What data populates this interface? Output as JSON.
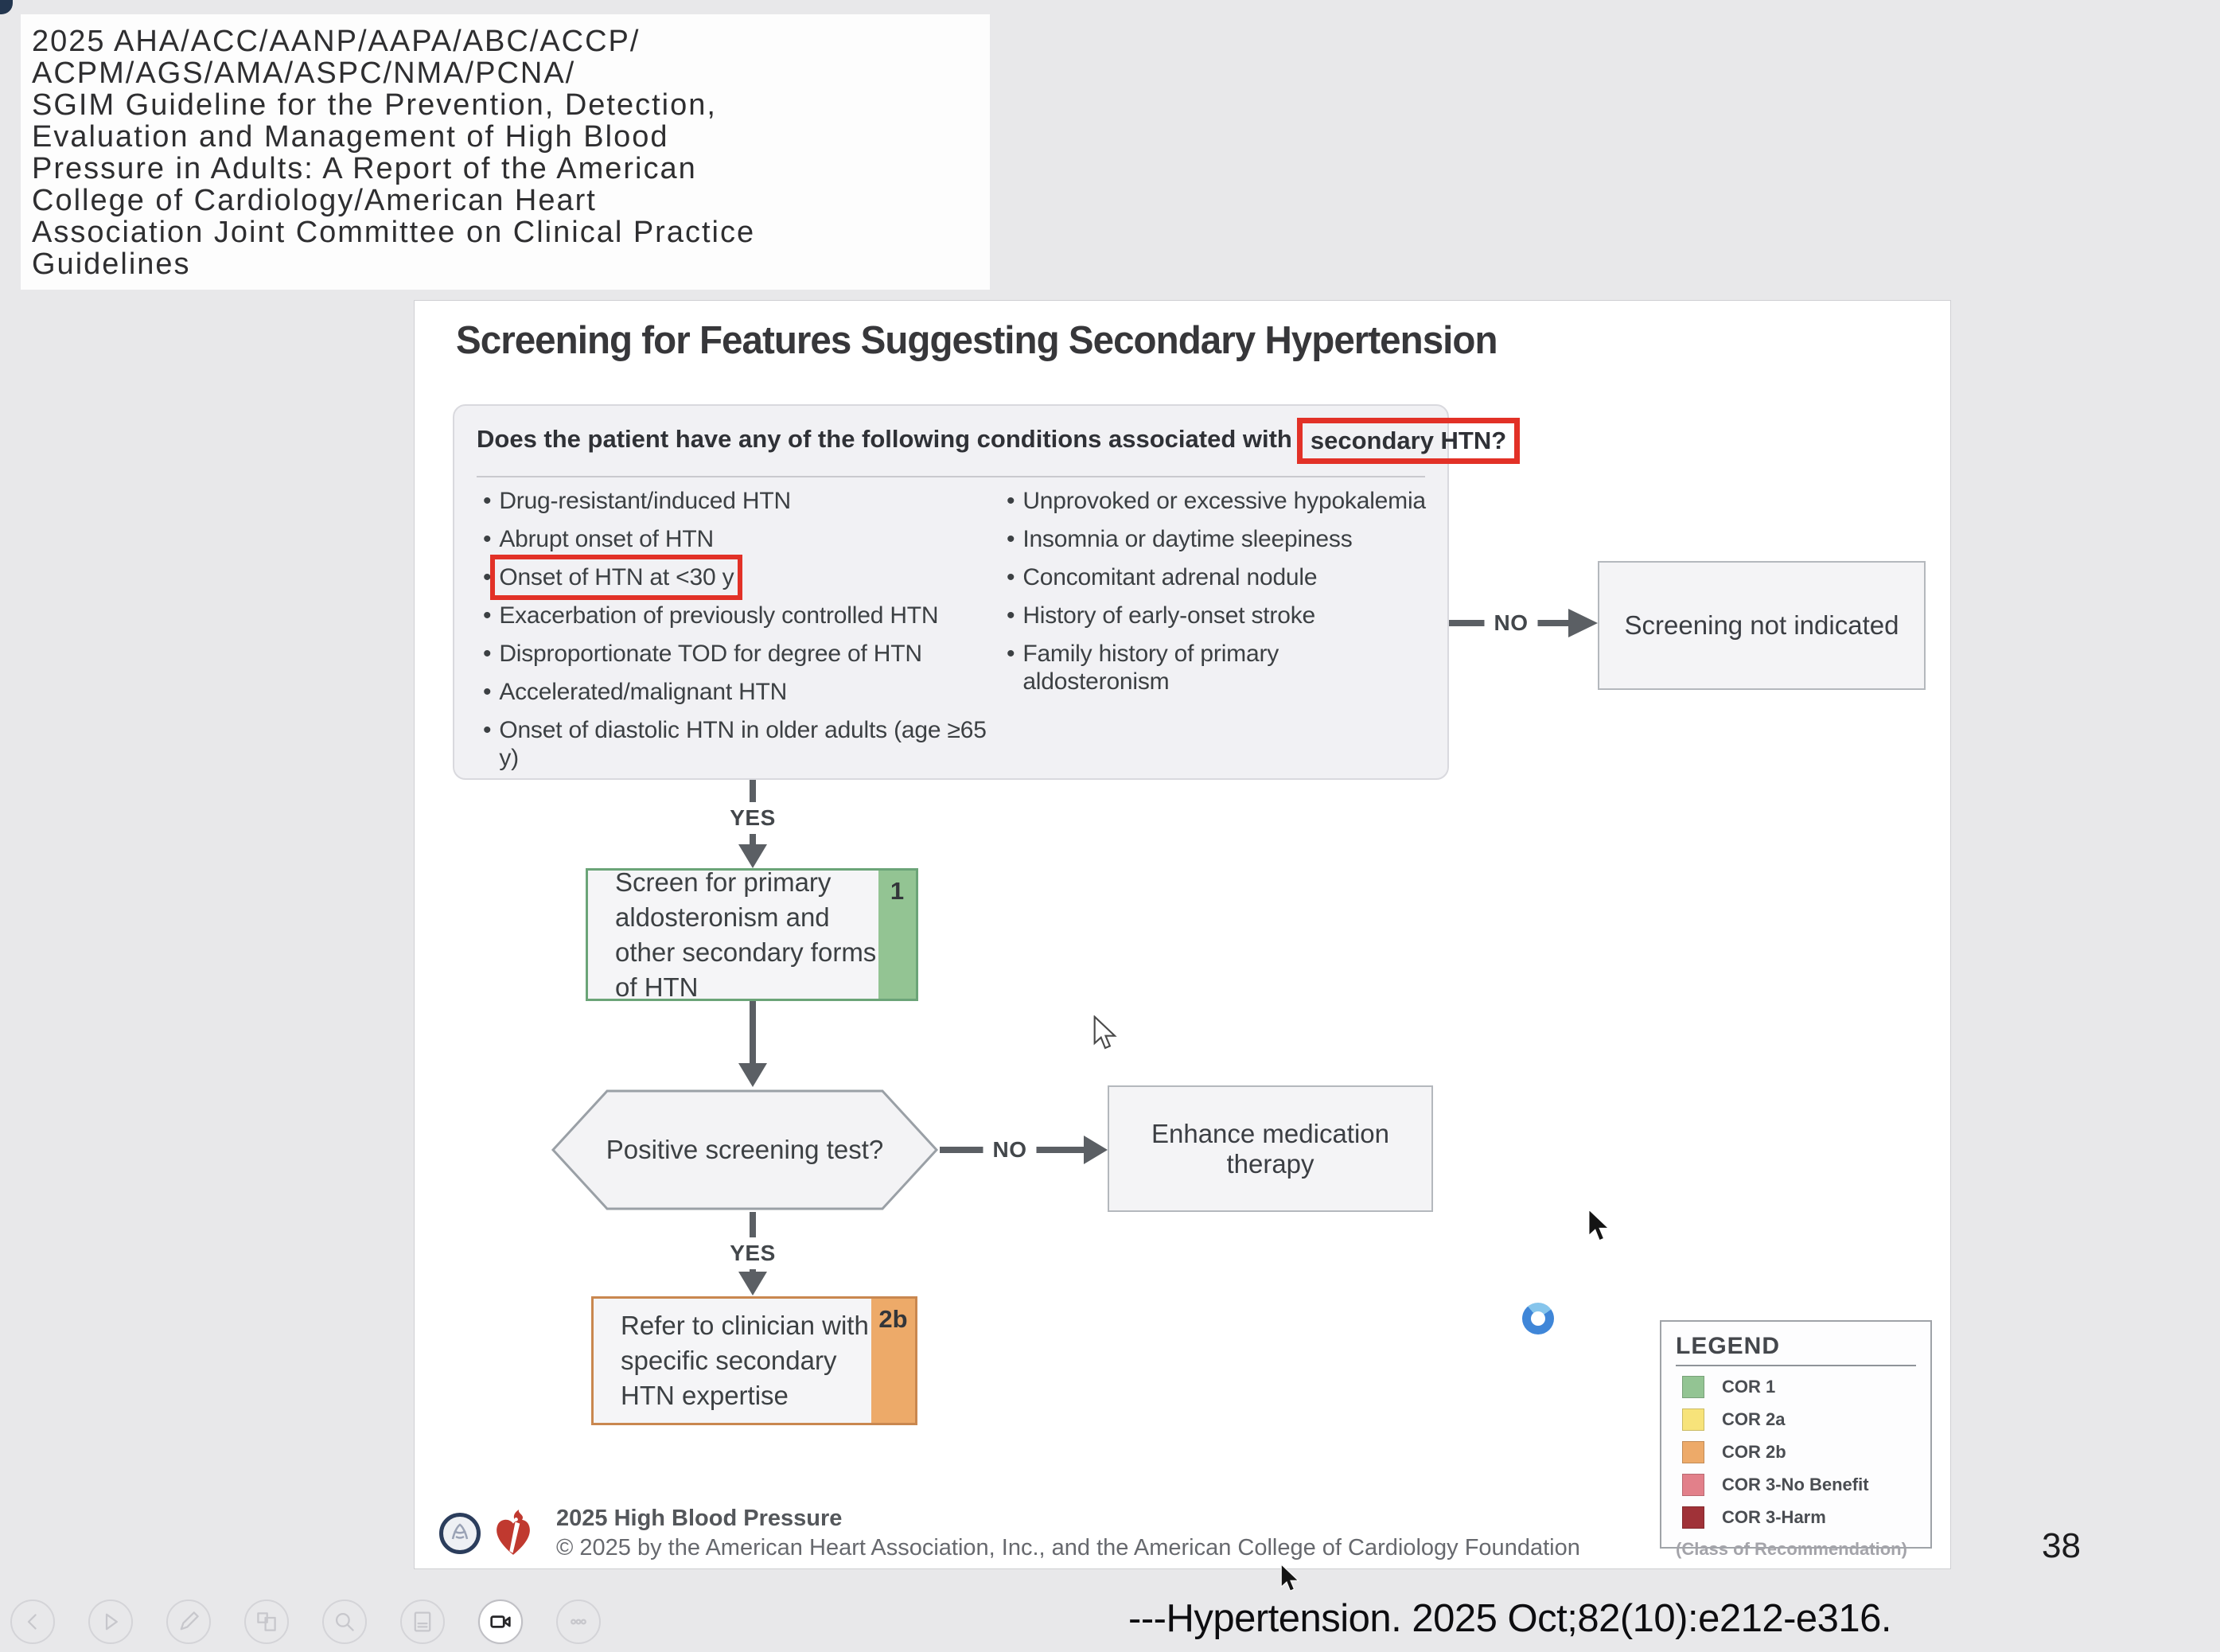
{
  "window": {
    "page_number": "38",
    "citation": "---Hypertension. 2025 Oct;82(10):e212-e316."
  },
  "title_block": {
    "lines": [
      "2025 AHA/ACC/AANP/AAPA/ABC/ACCP/",
      "ACPM/AGS/AMA/ASPC/NMA/PCNA/",
      "SGIM Guideline for the Prevention, Detection,",
      "Evaluation and Management of High Blood",
      "Pressure in Adults: A Report of the American",
      "College of Cardiology/American Heart",
      "Association Joint Committee on Clinical Practice",
      "Guidelines"
    ]
  },
  "slide": {
    "title": "Screening for Features Suggesting Secondary Hypertension",
    "question_box": {
      "question_prefix": "Does the patient have any of the following conditions associated with",
      "question_highlight": "secondary HTN?",
      "left_items": [
        "Drug-resistant/induced HTN",
        "Abrupt onset of HTN",
        "Onset of HTN at <30 y",
        "Exacerbation of previously controlled HTN",
        "Disproportionate TOD for degree of HTN",
        "Accelerated/malignant HTN",
        "Onset of diastolic HTN in older adults (age ≥65 y)"
      ],
      "left_highlight_index": 2,
      "right_items": [
        "Unprovoked or excessive hypokalemia",
        "Insomnia or daytime sleepiness",
        "Concomitant adrenal nodule",
        "History of early-onset stroke",
        "Family history of primary aldosteronism"
      ]
    },
    "labels": {
      "yes": "YES",
      "no": "NO"
    },
    "boxes": {
      "screening_not_indicated": "Screening not indicated",
      "screen_primary": "Screen for primary aldosteronism and other secondary forms of HTN",
      "screen_primary_cor": "1",
      "decision": "Positive screening test?",
      "enhance": "Enhance medication therapy",
      "refer": "Refer to clinician with specific secondary HTN expertise",
      "refer_cor": "2b"
    },
    "legend": {
      "title": "LEGEND",
      "items": [
        {
          "label": "COR 1",
          "color": "#93c493"
        },
        {
          "label": "COR 2a",
          "color": "#f7e37a"
        },
        {
          "label": "COR 2b",
          "color": "#edaa69"
        },
        {
          "label": "COR 3-No Benefit",
          "color": "#e2808a"
        },
        {
          "label": "COR 3-Harm",
          "color": "#a03238"
        }
      ],
      "footnote": "(Class of Recommendation)"
    },
    "footer": {
      "title": "2025 High Blood Pressure",
      "copyright": "© 2025 by the American Heart Association, Inc., and the American College of Cardiology Foundation"
    }
  },
  "toolbar": {
    "buttons": [
      {
        "name": "previous-button",
        "icon": "chevron-left-icon",
        "active": false
      },
      {
        "name": "next-button",
        "icon": "play-icon",
        "active": false
      },
      {
        "name": "annotate-button",
        "icon": "pen-icon",
        "active": false
      },
      {
        "name": "slides-button",
        "icon": "slides-icon",
        "active": false
      },
      {
        "name": "search-button",
        "icon": "magnifier-icon",
        "active": false
      },
      {
        "name": "notes-button",
        "icon": "notes-icon",
        "active": false
      },
      {
        "name": "camera-button",
        "icon": "video-camera-icon",
        "active": true
      },
      {
        "name": "more-button",
        "icon": "ellipsis-icon",
        "active": false
      }
    ]
  },
  "colors": {
    "page_bg": "#e8e8ea",
    "highlight_red": "#e23127",
    "cor1_green": "#93c493",
    "cor2b_orange": "#edaa69",
    "connector_gray": "#5b5f64",
    "spinner_blue": "#3f86d8",
    "acc_navy": "#2b3d5c",
    "aha_red": "#c0392f"
  }
}
